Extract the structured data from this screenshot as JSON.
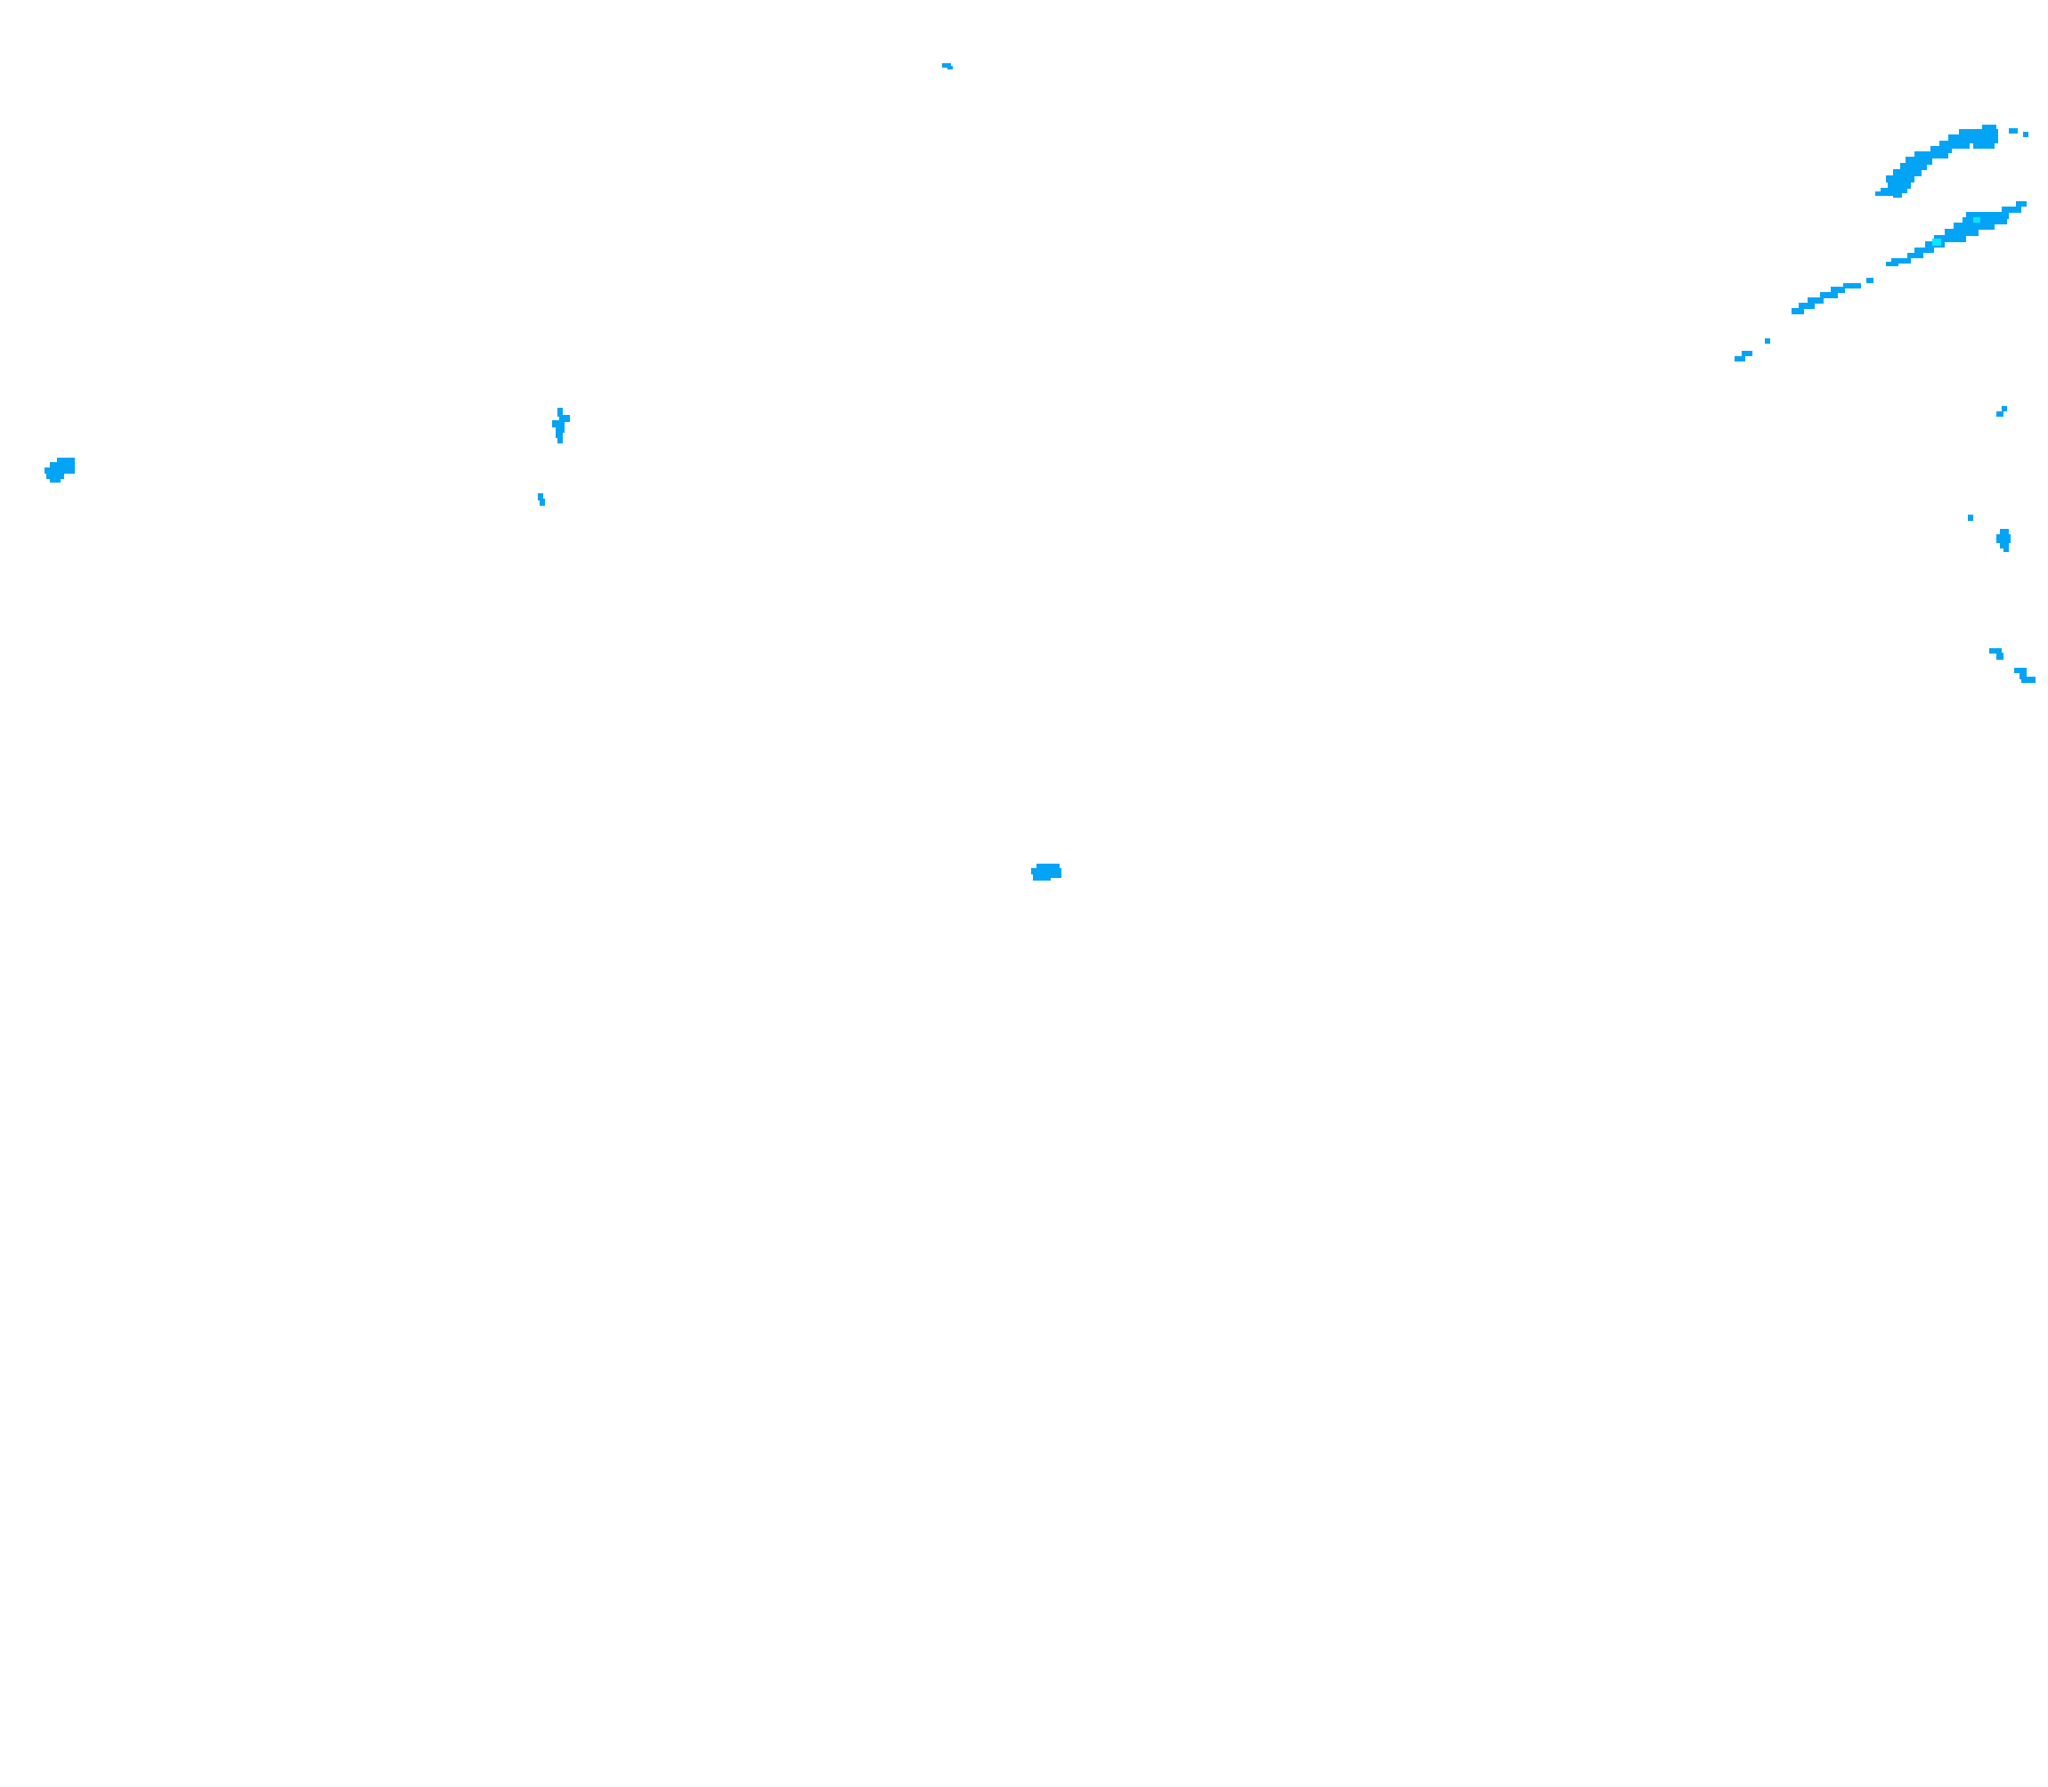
{
  "colors": {
    "background": "#ffffff",
    "echo": "#03a4f5",
    "echo_strong": "#00e9ff"
  },
  "layers": {
    "radar": {
      "kind": "precipitation echoes",
      "cells": [
        {
          "name": "north-center-speck",
          "intensity": "light"
        },
        {
          "name": "northeast-upper-band",
          "intensity": "light"
        },
        {
          "name": "northeast-lower-band",
          "intensity": "moderate"
        },
        {
          "name": "northeast-streak",
          "intensity": "light"
        },
        {
          "name": "west-cluster",
          "intensity": "light"
        },
        {
          "name": "west-central-streak",
          "intensity": "light"
        },
        {
          "name": "central-cluster",
          "intensity": "light"
        },
        {
          "name": "east-edge-specks",
          "intensity": "light"
        }
      ]
    }
  }
}
